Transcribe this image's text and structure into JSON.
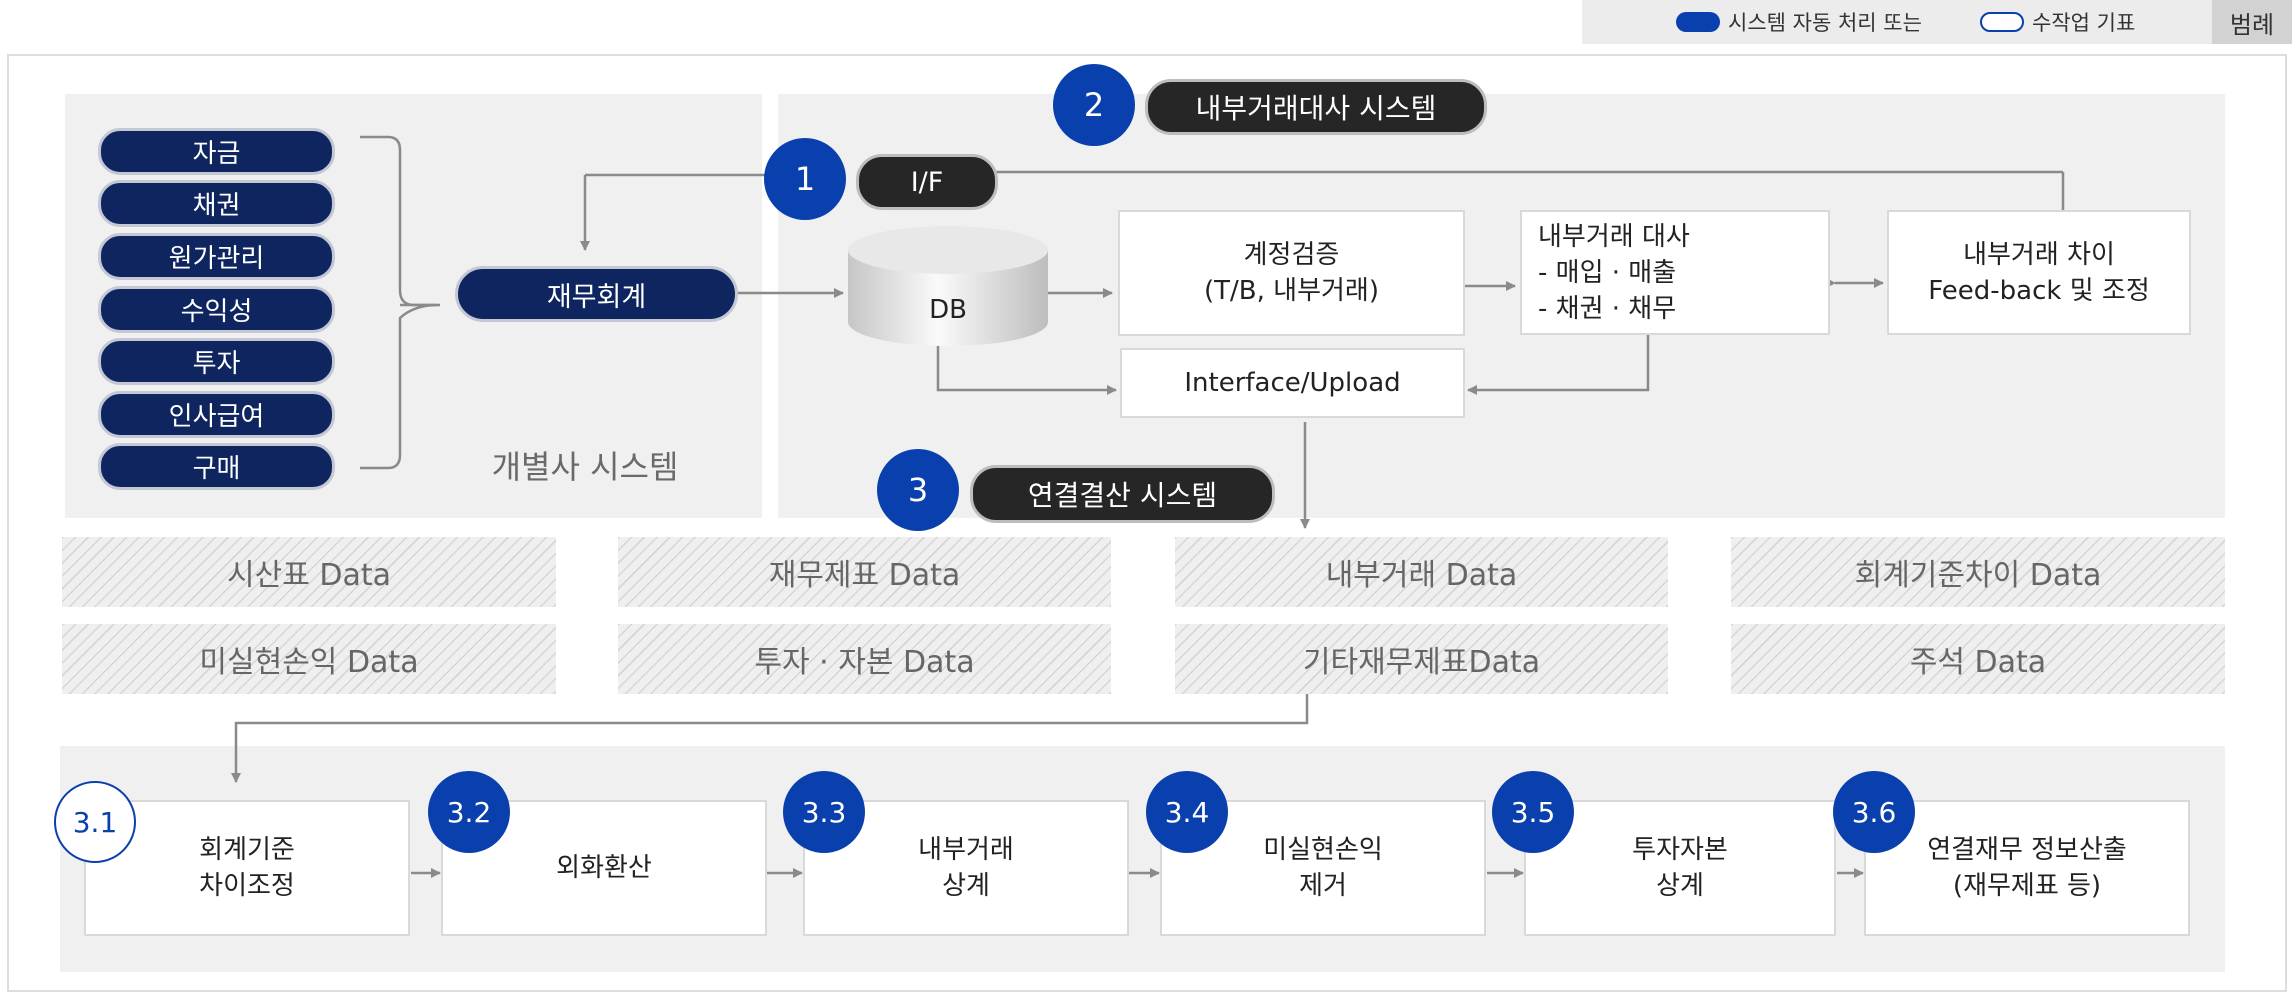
{
  "legend": {
    "title": "범례",
    "auto_label": "시스템 자동 처리 또는",
    "manual_label": "수작업 기표",
    "colors": {
      "auto": "#0a3fae",
      "manual_outline": "#0a3fae"
    }
  },
  "subsidiary": {
    "items": [
      "자금",
      "채권",
      "원가관리",
      "수익성",
      "투자",
      "인사급여",
      "구매"
    ],
    "accounting": "재무회계",
    "label": "개별사 시스템"
  },
  "intercompany": {
    "step_number": "2",
    "title": "내부거래대사 시스템",
    "if_step_number": "1",
    "if_label": "I/F",
    "db_label": "DB",
    "account_verify": "계정검증\n(T/B, 내부거래)",
    "reconcile": "내부거래 대사\n- 매입 · 매출\n- 채권 · 채무",
    "difference": "내부거래 차이\nFeed-back 및 조정",
    "interface_upload": "Interface/Upload"
  },
  "consolidation": {
    "step_number": "3",
    "title": "연결결산 시스템"
  },
  "data_sources": [
    "시산표 Data",
    "재무제표 Data",
    "내부거래 Data",
    "회계기준차이 Data",
    "미실현손익 Data",
    "투자 · 자본 Data",
    "기타재무제표Data",
    "주석  Data"
  ],
  "steps": [
    {
      "number": "3.1",
      "label": "회계기준\n차이조정",
      "style": "manual"
    },
    {
      "number": "3.2",
      "label": "외화환산",
      "style": "auto"
    },
    {
      "number": "3.3",
      "label": "내부거래\n상계",
      "style": "auto"
    },
    {
      "number": "3.4",
      "label": "미실현손익\n제거",
      "style": "auto"
    },
    {
      "number": "3.5",
      "label": "투자자본\n상계",
      "style": "auto"
    },
    {
      "number": "3.6",
      "label": "연결재무 정보산출\n(재무제표 등)",
      "style": "auto"
    }
  ],
  "colors": {
    "navy": "#0e2560",
    "blue": "#0a3fae",
    "dark": "#262626",
    "panel": "#f0f0f0"
  }
}
